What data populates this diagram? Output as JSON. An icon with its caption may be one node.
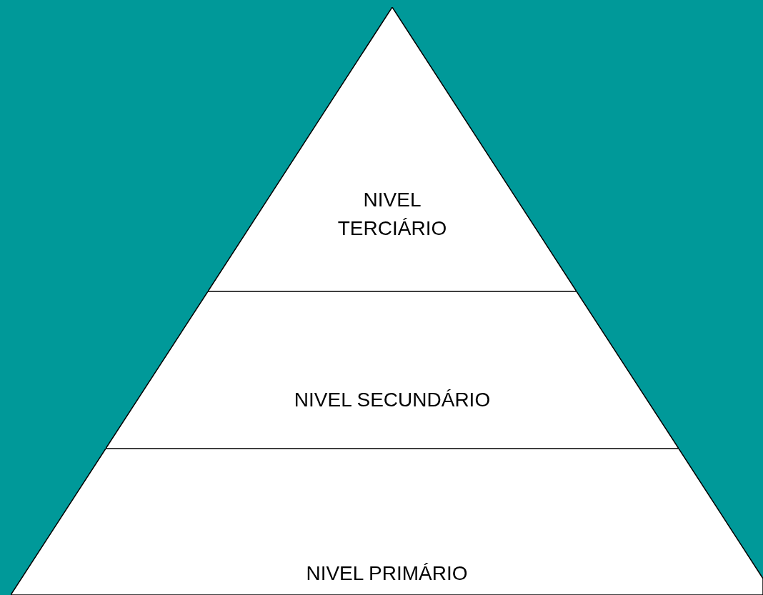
{
  "diagram": {
    "nodes": [
      {
        "text": [
          "NIVEL TERCIÁRIO"
        ]
      },
      {
        "text": [
          "NIVEL SECUNDÁRIO"
        ]
      },
      {
        "text": [
          "NIVEL PRIMÁRIO"
        ]
      }
    ]
  }
}
